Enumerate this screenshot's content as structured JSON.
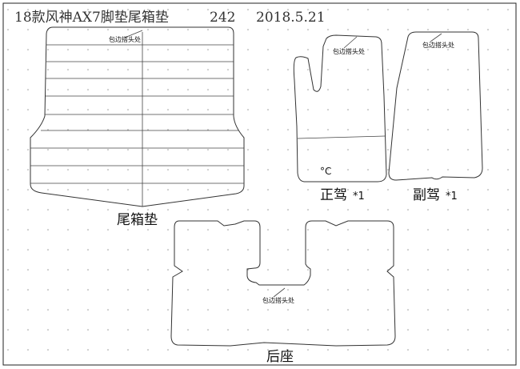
{
  "header": {
    "title": "18款风神AX7脚垫尾箱垫",
    "code": "242",
    "date": "2018.5.21"
  },
  "pieces": {
    "trunk": {
      "name": "尾箱垫",
      "note": "包边搭头处"
    },
    "driver": {
      "name": "正驾",
      "qty": "*1",
      "note": "包边搭头处",
      "mark": "°C"
    },
    "passenger": {
      "name": "副驾",
      "qty": "*1",
      "note": "包边搭头处"
    },
    "rear": {
      "name": "后座",
      "note": "包边搭头处"
    }
  },
  "colors": {
    "line": "#333333",
    "grid_dot": "#9a9a9a",
    "background": "#ffffff"
  }
}
